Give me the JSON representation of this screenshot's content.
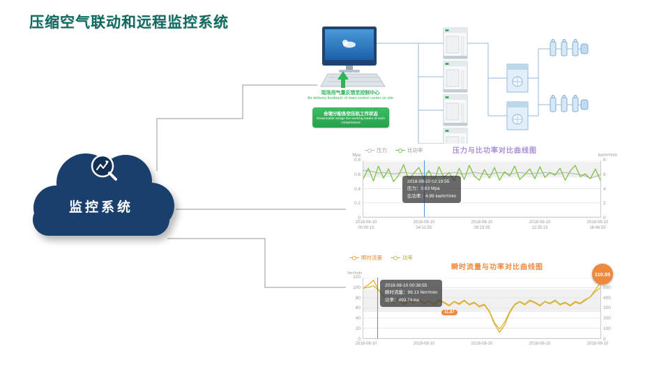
{
  "page": {
    "title": "压缩空气联动和远程监控系统",
    "title_color": "#0d6b60"
  },
  "cloud": {
    "label": "监控系统",
    "color": "#1b3f6c"
  },
  "schematic": {
    "feedback_cn": "现场用气量反馈至控制中心",
    "feedback_en": "Air delivery feedback of main control center on site",
    "assign_cn": "合理分配各空压机工作状态",
    "assign_en": "Reasonable assign the working states of each compressors"
  },
  "chart_data": [
    {
      "type": "line",
      "title": "压力与比功率对比曲线图",
      "title_color": "#a98fd8",
      "unit_left": "Mpa",
      "unit_right": "kw/m³/min",
      "left_ticks": [
        "0.8",
        "0.6",
        "0.4",
        "0.2",
        "0"
      ],
      "right_ticks": [
        "8",
        "6",
        "4",
        "2",
        "0"
      ],
      "ylim_left": [
        0,
        0.8
      ],
      "ylim_right": [
        0,
        8
      ],
      "x_labels": [
        "2018-08-10\n00:00:15",
        "2018-08-10\n04:11:55",
        "2018-08-10\n08:23:35",
        "2018-08-10\n12:35:15",
        "2018-08-10\n16:46:55"
      ],
      "legend": [
        {
          "label": "压力",
          "color": "#bdbdbd",
          "label_color": "#999999"
        },
        {
          "label": "比功率",
          "color": "#7cc244",
          "label_color": "#999999"
        }
      ],
      "tooltip": [
        "2018-08-10 02:19:55",
        "压力：0.63 Mpa",
        "比功率：4.99 kw/m³/min"
      ],
      "band": {
        "left_values": [
          0.56,
          0.78
        ],
        "color": "#e4e4e4"
      },
      "series": [
        {
          "name": "压力",
          "axis": "left",
          "color": "#bdbdbd",
          "range": [
            0,
            0.8
          ],
          "values": [
            0.66,
            0.65,
            0.64,
            0.62,
            0.63,
            0.62,
            0.61,
            0.62,
            0.63,
            0.62,
            0.62,
            0.61,
            0.62,
            0.63,
            0.62,
            0.61,
            0.62,
            0.62,
            0.63,
            0.62,
            0.61,
            0.62,
            0.63,
            0.62,
            0.61,
            0.6,
            0.62,
            0.63,
            0.62,
            0.61,
            0.62,
            0.63,
            0.62,
            0.61,
            0.62,
            0.62,
            0.63,
            0.62,
            0.61,
            0.62,
            0.63,
            0.62,
            0.61,
            0.6,
            0.58,
            0.55,
            0.57,
            0.6
          ]
        },
        {
          "name": "比功率",
          "axis": "right",
          "color": "#7cc244",
          "range": [
            0,
            8
          ],
          "values": [
            5.4,
            6.9,
            5.1,
            7.2,
            5.5,
            6.8,
            5.0,
            5.9,
            7.4,
            5.2,
            6.2,
            7.0,
            5.4,
            6.6,
            5.0,
            7.1,
            5.6,
            6.3,
            5.1,
            6.9,
            5.3,
            7.3,
            5.8,
            5.2,
            6.7,
            5.5,
            7.0,
            5.2,
            6.4,
            5.8,
            7.2,
            5.3,
            6.0,
            6.8,
            5.4,
            7.1,
            5.6,
            6.3,
            5.9,
            6.9,
            5.2,
            6.5,
            7.3,
            5.7,
            6.1,
            5.4,
            6.8,
            5.2
          ]
        }
      ]
    },
    {
      "type": "line",
      "title": "瞬时流量与功率对比曲线图",
      "title_color": "#f0883c",
      "unit_left": "Nm³/min",
      "unit_right": "",
      "left_ticks": [
        "120",
        "100",
        "80",
        "60",
        "40",
        "20",
        "0"
      ],
      "right_ticks": [
        "600",
        "500",
        "400",
        "300",
        "200",
        "100",
        "0"
      ],
      "ylim_left": [
        0,
        120
      ],
      "ylim_right": [
        0,
        600
      ],
      "x_labels": [
        "2018-08-10",
        "2018-08-10",
        "2018-08-10",
        "2018-08-10",
        "2018-08-10"
      ],
      "legend": [
        {
          "label": "瞬时流量",
          "color": "#f5a623",
          "label_color": "#f08a3a"
        },
        {
          "label": "功率",
          "color": "#c9bd4a",
          "label_color": "#b5a93c"
        }
      ],
      "tooltip": [
        "2018-08-10 00:38:55",
        "瞬时流量：99.13 Nm³/min",
        "功率：493.74 kw"
      ],
      "badge": "110.55",
      "badge_color": "#f0883c",
      "point_label": "11.87",
      "band": {
        "left_values": [
          52,
          97
        ],
        "color": "#e4e4e4"
      },
      "series": [
        {
          "name": "瞬时流量",
          "axis": "left",
          "color": "#f5a623",
          "range": [
            0,
            120
          ],
          "values": [
            99,
            106,
            115,
            96,
            84,
            74,
            70,
            78,
            66,
            74,
            70,
            77,
            68,
            73,
            66,
            75,
            70,
            64,
            72,
            67,
            74,
            66,
            70,
            62,
            66,
            52,
            28,
            12,
            26,
            50,
            66,
            72,
            66,
            74,
            70,
            64,
            72,
            68,
            74,
            66,
            70,
            64,
            71,
            68,
            75,
            82,
            96,
            110
          ]
        },
        {
          "name": "功率",
          "axis": "right",
          "color": "#c9bd4a",
          "range": [
            0,
            600
          ],
          "values": [
            494,
            505,
            520,
            475,
            420,
            370,
            355,
            390,
            340,
            378,
            352,
            388,
            348,
            368,
            338,
            382,
            358,
            328,
            365,
            345,
            378,
            338,
            358,
            318,
            338,
            268,
            155,
            92,
            160,
            262,
            338,
            365,
            338,
            378,
            358,
            328,
            365,
            348,
            378,
            338,
            358,
            328,
            365,
            348,
            385,
            408,
            462,
            500
          ]
        }
      ]
    }
  ]
}
